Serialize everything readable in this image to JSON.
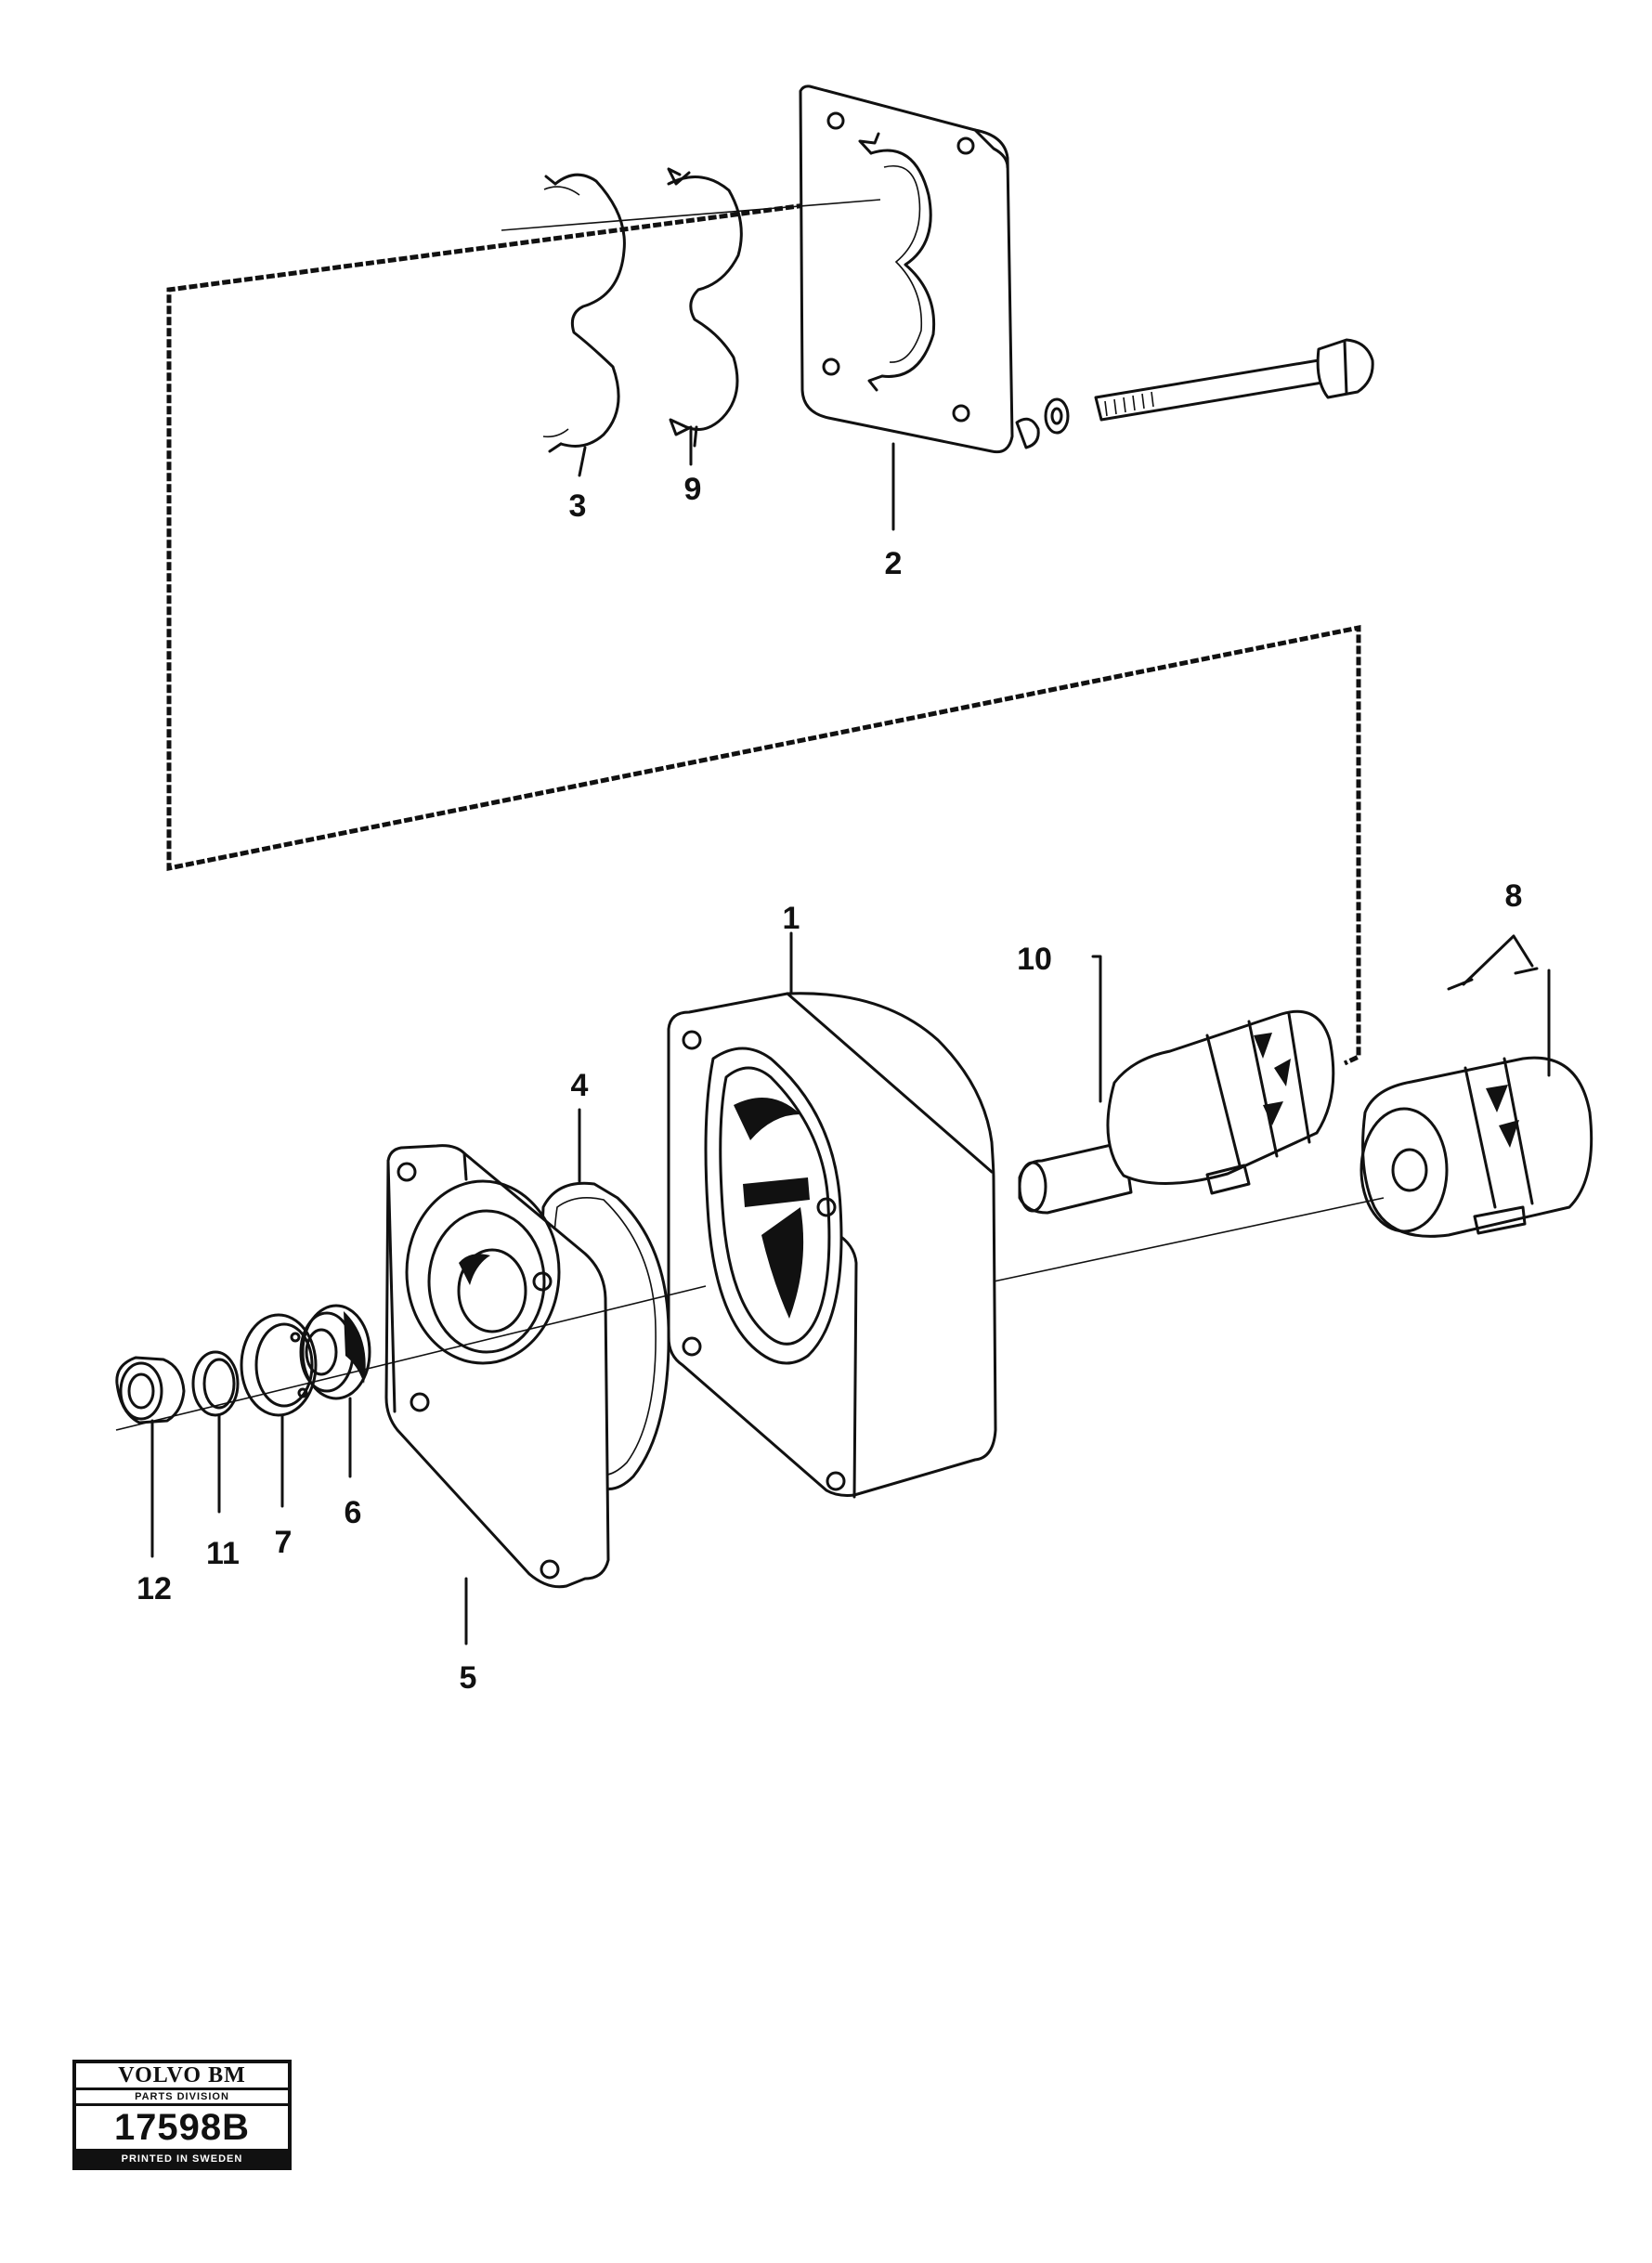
{
  "callouts": {
    "c1": "1",
    "c2": "2",
    "c3": "3",
    "c4": "4",
    "c5": "5",
    "c6": "6",
    "c7": "7",
    "c8": "8",
    "c9": "9",
    "c10": "10",
    "c11": "11",
    "c12": "12"
  },
  "stamp": {
    "brand": "VOLVO BM",
    "division": "PARTS DIVISION",
    "number": "17598B",
    "printed": "PRINTED IN SWEDEN"
  }
}
